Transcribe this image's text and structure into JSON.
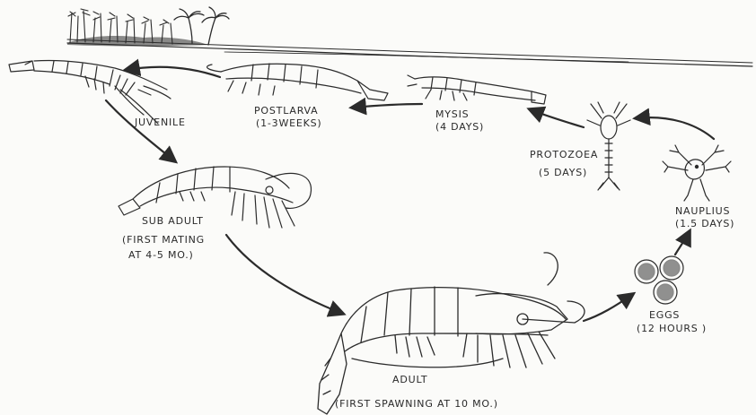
{
  "diagram": {
    "stages": {
      "juvenile": {
        "name": "JUVENILE"
      },
      "postlarva": {
        "name": "POSTLARVA",
        "duration": "(1-3WEEKS)"
      },
      "mysis": {
        "name": "MYSIS",
        "duration": "(4 DAYS)"
      },
      "protozoea": {
        "name": "PROTOZOEA",
        "duration": "(5 DAYS)"
      },
      "nauplius": {
        "name": "NAUPLIUS",
        "duration": "(1.5 DAYS)"
      },
      "subadult": {
        "name": "SUB ADULT",
        "duration_line1": "(FIRST MATING",
        "duration_line2": "AT 4-5 MO.)"
      },
      "adult": {
        "name": "ADULT",
        "duration": "(FIRST SPAWNING AT 10 MO.)"
      },
      "eggs": {
        "name": "EGGS",
        "duration": "(12 HOURS )"
      }
    },
    "colors": {
      "ink": "#2b2b2b",
      "paper": "#fbfbf9"
    }
  }
}
